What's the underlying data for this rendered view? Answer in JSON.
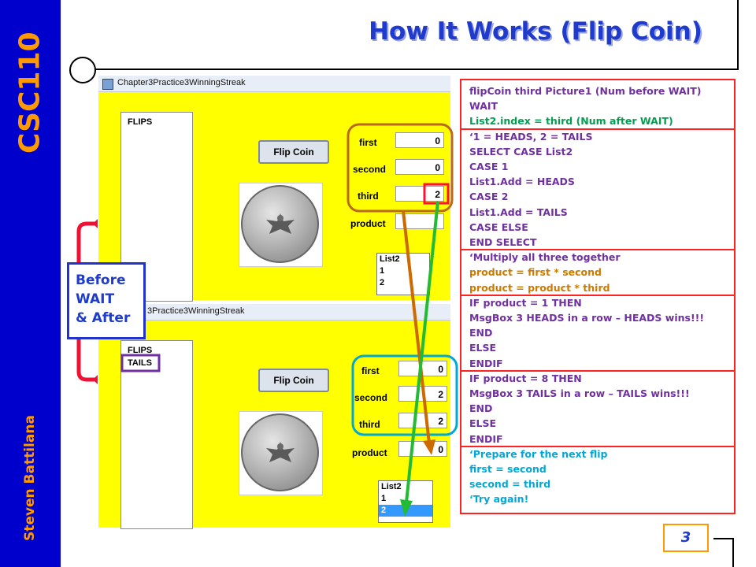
{
  "sidebar": {
    "course": "CSC110",
    "author": "Steven Battilana"
  },
  "slide": {
    "title": "How It Works (Flip Coin)",
    "page_number": "3"
  },
  "annotation": {
    "before_after_lines": [
      "Before",
      "WAIT",
      "& After"
    ]
  },
  "window_before": {
    "title": "Chapter3Practice3WinningStreak",
    "flips_label": "FLIPS",
    "flips_items": [],
    "button": "Flip Coin",
    "fields": [
      {
        "label": "first",
        "value": "0"
      },
      {
        "label": "second",
        "value": "0"
      },
      {
        "label": "third",
        "value": "2"
      },
      {
        "label": "product",
        "value": ""
      }
    ],
    "list2_items": [
      "List2",
      "1",
      "2"
    ],
    "list2_selected_index": -1
  },
  "window_after": {
    "title": "3Practice3WinningStreak",
    "flips_label": "FLIPS",
    "flips_items": [
      "TAILS"
    ],
    "button": "Flip Coin",
    "fields": [
      {
        "label": "first",
        "value": "0"
      },
      {
        "label": "second",
        "value": "2"
      },
      {
        "label": "third",
        "value": "2"
      },
      {
        "label": "product",
        "value": "0"
      }
    ],
    "list2_items": [
      "List2",
      "1",
      "2"
    ],
    "list2_selected_index": 2
  },
  "code_lines": [
    {
      "text": "flipCoin third Picture1 (Num before WAIT)",
      "color": "#7030a0"
    },
    {
      "text": "WAIT",
      "color": "#7030a0"
    },
    {
      "text": "List2.index = third (Num after WAIT)",
      "color": "#00a050"
    },
    {
      "text": "‘1 = HEADS, 2 = TAILS",
      "color": "#7030a0"
    },
    {
      "text": "SELECT CASE List2",
      "color": "#7030a0"
    },
    {
      "text": "CASE 1",
      "color": "#7030a0"
    },
    {
      "text": "List1.Add = HEADS",
      "color": "#7030a0"
    },
    {
      "text": "CASE 2",
      "color": "#7030a0"
    },
    {
      "text": "List1.Add = TAILS",
      "color": "#7030a0"
    },
    {
      "text": "CASE ELSE",
      "color": "#7030a0"
    },
    {
      "text": "END SELECT",
      "color": "#7030a0"
    },
    {
      "text": "‘Multiply all three together",
      "color": "#7030a0"
    },
    {
      "text": "product = first * second",
      "color": "#cc7a00"
    },
    {
      "text": "product = product * third",
      "color": "#cc7a00"
    },
    {
      "text": "IF product = 1 THEN",
      "color": "#7030a0"
    },
    {
      "text": "MsgBox 3 HEADS in a row – HEADS wins!!!",
      "color": "#7030a0"
    },
    {
      "text": "END",
      "color": "#7030a0"
    },
    {
      "text": "ELSE",
      "color": "#7030a0"
    },
    {
      "text": "ENDIF",
      "color": "#7030a0"
    },
    {
      "text": "IF product = 8 THEN",
      "color": "#7030a0"
    },
    {
      "text": "MsgBox 3 TAILS in a row – TAILS wins!!!",
      "color": "#7030a0"
    },
    {
      "text": "END",
      "color": "#7030a0"
    },
    {
      "text": "ELSE",
      "color": "#7030a0"
    },
    {
      "text": "ENDIF",
      "color": "#7030a0"
    },
    {
      "text": "‘Prepare for the next flip",
      "color": "#00a8d8"
    },
    {
      "text": "first = second",
      "color": "#00a8d8"
    },
    {
      "text": "second = third",
      "color": "#00a8d8"
    },
    {
      "text": "‘Try again!",
      "color": "#00a8d8"
    }
  ],
  "colors": {
    "sidebar": "#0000cc",
    "accent": "#ff9900",
    "title": "#1f3bcc",
    "form_bg": "#ffff00",
    "code_border": "#ff2222"
  }
}
